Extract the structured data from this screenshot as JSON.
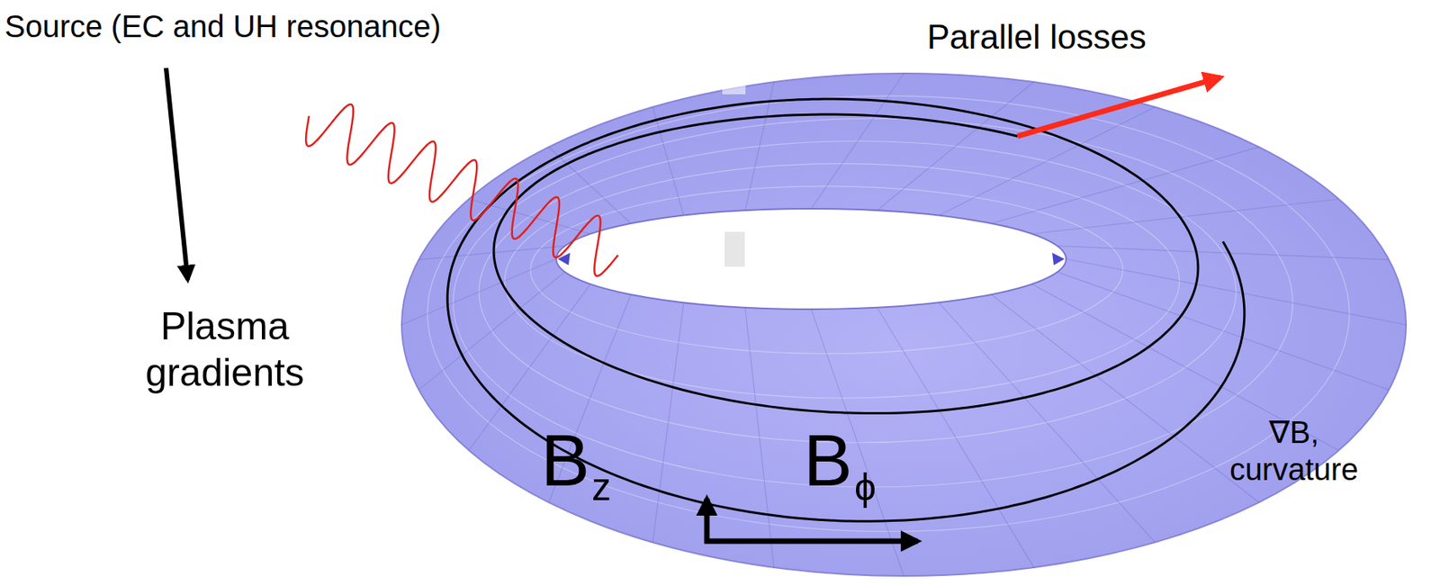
{
  "diagram": {
    "labels": [
      "Source (EC and UH resonance)",
      "Parallel losses",
      "Plasma gradients",
      "B",
      "z",
      "B",
      "ϕ",
      "∇B, curvature"
    ]
  }
}
